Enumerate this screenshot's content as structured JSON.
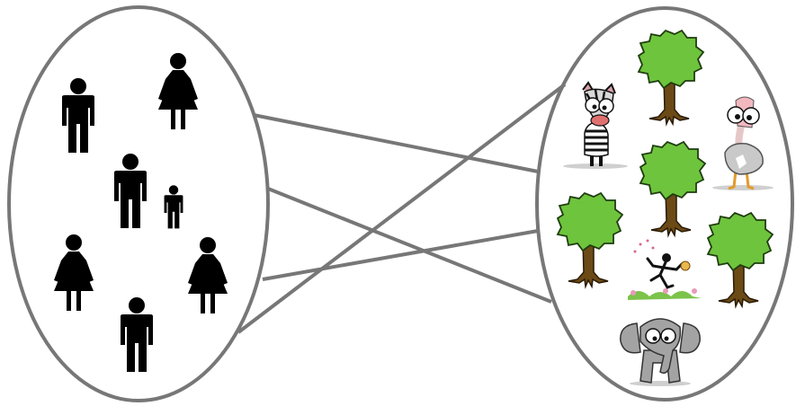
{
  "diagram": {
    "left_set": {
      "members": [
        {
          "kind": "man"
        },
        {
          "kind": "woman"
        },
        {
          "kind": "man"
        },
        {
          "kind": "child"
        },
        {
          "kind": "woman"
        },
        {
          "kind": "woman"
        },
        {
          "kind": "man"
        }
      ]
    },
    "right_set": {
      "members": [
        {
          "kind": "zebra"
        },
        {
          "kind": "tree"
        },
        {
          "kind": "ostrich"
        },
        {
          "kind": "tree"
        },
        {
          "kind": "tree"
        },
        {
          "kind": "running-figure-with-flowers"
        },
        {
          "kind": "tree"
        },
        {
          "kind": "elephant"
        }
      ]
    },
    "edge_count": 4,
    "colors": {
      "outline": "#777777",
      "silhouette": "#000000",
      "foliage": "#6ec43c",
      "trunk": "#6b4a16",
      "elephant": "#a3a3a3"
    }
  }
}
